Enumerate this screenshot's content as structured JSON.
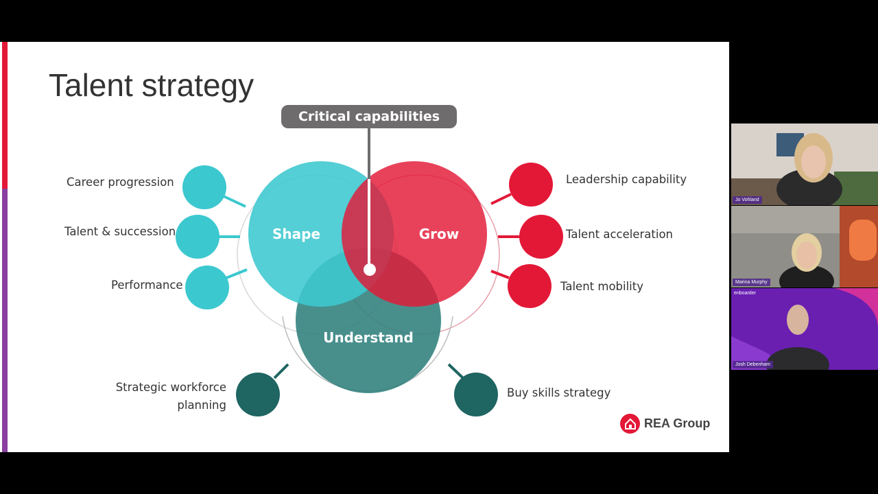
{
  "slide": {
    "title": "Talent strategy",
    "pill_label": "Critical capabilities",
    "circles": {
      "shape": "Shape",
      "grow": "Grow",
      "understand": "Understand"
    },
    "left_items": [
      "Career progression",
      "Talent & succession",
      "Performance"
    ],
    "right_items": [
      "Leadership capability",
      "Talent acceleration",
      "Talent mobility"
    ],
    "bottom_left": [
      "Strategic workforce",
      "planning"
    ],
    "bottom_right": "Buy skills strategy",
    "logo_text": "REA Group",
    "colors": {
      "teal": "#3cc8cf",
      "red": "#e31837",
      "dark_teal": "#1f6562",
      "grey_pill": "#6f6c6d"
    }
  },
  "participants": [
    {
      "name": "Jo Vohland"
    },
    {
      "name": "Marina Murphy"
    },
    {
      "name": "Josh Debenham",
      "watermark": "enboarder"
    }
  ]
}
